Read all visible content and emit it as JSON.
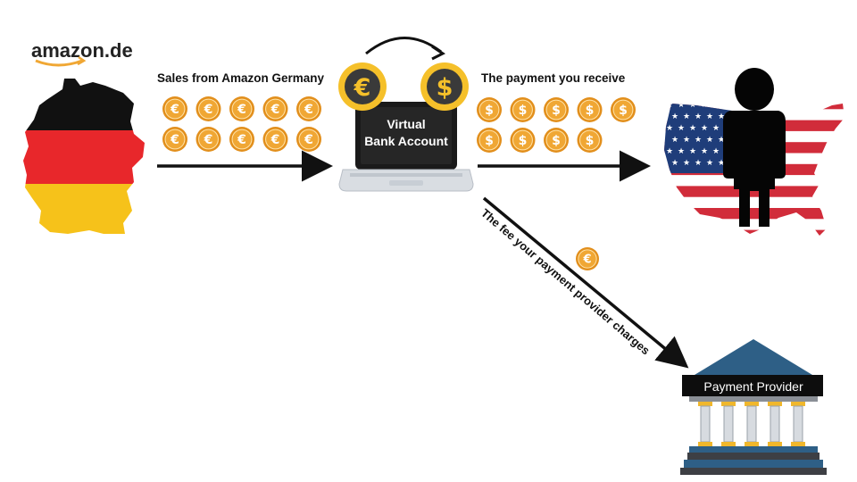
{
  "logo": {
    "text": "amazon.de"
  },
  "labels": {
    "sales": "Sales from Amazon Germany",
    "received": "The payment you receive",
    "fee": "The fee your payment provider charges"
  },
  "laptop": {
    "line1": "Virtual",
    "line2": "Bank Account"
  },
  "provider": {
    "label": "Payment Provider"
  },
  "currency": {
    "from_symbol": "€",
    "to_symbol": "$",
    "euro_coin_count": 10,
    "dollar_coin_count": 9,
    "fee_coin_count": 1
  },
  "colors": {
    "coin_fill": "#f0a734",
    "coin_rim": "#e28f1c",
    "coin_symbol": "#ffffff",
    "big_coin_fill": "#f5c02a",
    "big_coin_inner": "#3a3a3a",
    "germany_black": "#111111",
    "germany_red": "#e8272b",
    "germany_gold": "#f6c21a",
    "usa_red": "#d12c3a",
    "usa_blue": "#1f3d7a",
    "bank_roof": "#2e5f86",
    "bank_gold": "#f0b72c"
  }
}
